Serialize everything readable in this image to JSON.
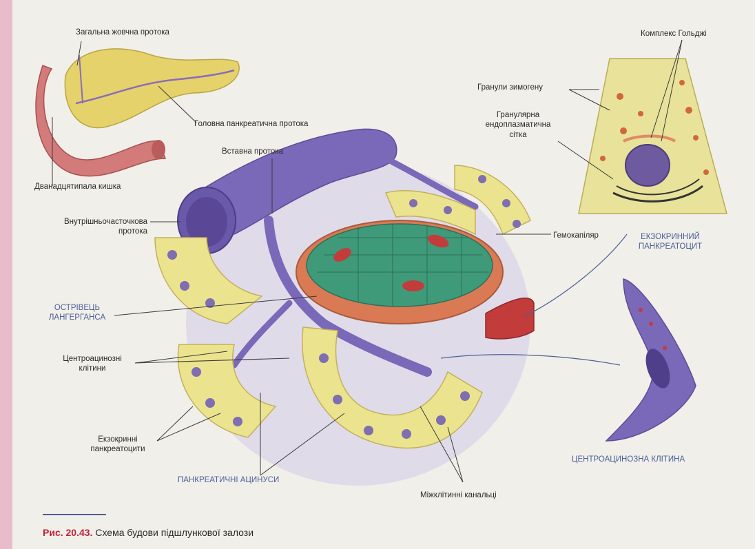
{
  "labels": {
    "common_bile_duct": "Загальна жовчна протока",
    "main_pancreatic_duct": "Головна панкреатична протока",
    "duodenum": "Дванадцятипала кишка",
    "intercalated_duct": "Вставна протока",
    "intralobular_duct_line1": "Внутрішньочасточкова",
    "intralobular_duct_line2": "протока",
    "islet_line1": "ОСТРІВЕЦЬ",
    "islet_line2": "ЛАНГЕРГАНСА",
    "centroacinar_cells_line1": "Центроацинозні",
    "centroacinar_cells_line2": "клітини",
    "exocrine_cells_line1": "Екзокринні",
    "exocrine_cells_line2": "панкреатоцити",
    "pancreatic_acini": "ПАНКРЕАТИЧНІ АЦИНУСИ",
    "intercellular_canaliculi": "Міжклітинні канальці",
    "golgi_complex": "Комплекс Гольджі",
    "zymogen_granules": "Гранули зимогену",
    "rough_er_line1": "Гранулярна",
    "rough_er_line2": "ендоплазматична",
    "rough_er_line3": "сітка",
    "hemocapillary": "Гемокапіляр",
    "exocrine_pancreatocyte_line1": "ЕКЗОКРИННИЙ",
    "exocrine_pancreatocyte_line2": "ПАНКРЕАТОЦИТ",
    "centroacinar_cell": "ЦЕНТРОАЦИНОЗНА КЛІТИНА"
  },
  "caption": {
    "number": "Рис. 20.43.",
    "text": " Схема будови підшлункової залози"
  },
  "colors": {
    "duct": "#7a68b8",
    "acinar_cell": "#ece38f",
    "islet": "#3f9a7a",
    "blood": "#c23c3c",
    "accent_text": "#4a5f99",
    "caption_number": "#c0203a"
  }
}
